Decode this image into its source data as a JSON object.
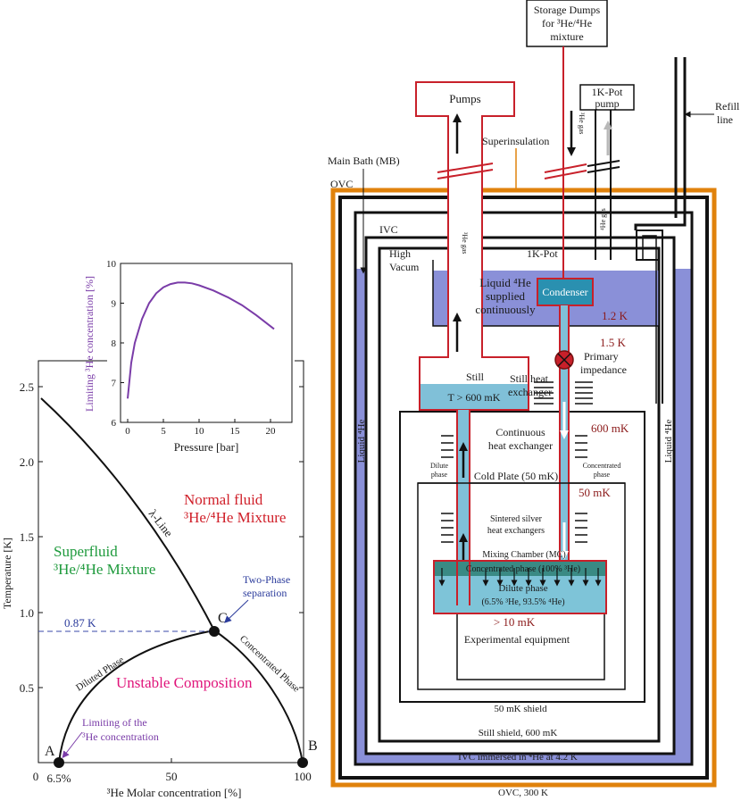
{
  "phase_diagram": {
    "ylabel": "Temperature [K]",
    "xlabel": "³He Molar concentration [%]",
    "y_ticks": [
      "0.5",
      "1.0",
      "1.5",
      "2.0",
      "2.5"
    ],
    "x_ticks": [
      "0",
      "50",
      "100"
    ],
    "tick_6_5": "6.5%",
    "regions": {
      "superfluid_1": "Superfluid",
      "superfluid_2": "³He/⁴He Mixture",
      "normal_1": "Normal fluid",
      "normal_2": "³He/⁴He Mixture",
      "unstable": "Unstable Composition"
    },
    "labels": {
      "lambda_line": "λ-Line",
      "two_phase_1": "Two-Phase",
      "two_phase_2": "separation",
      "t087": "0.87 K",
      "diluted": "Diluted Phase",
      "concentrated": "Concentrated Phase",
      "limiting_1": "Limiting of the",
      "limiting_2": "³He concentration",
      "point_a": "A",
      "point_b": "B",
      "point_c": "C"
    },
    "colors": {
      "superfluid": "#1e9a3c",
      "normal": "#d0202a",
      "unstable": "#e0147a",
      "two_phase": "#2c3c9c",
      "limiting": "#7a3ca8"
    }
  },
  "chart_data": {
    "type": "line",
    "title": "",
    "xlabel": "Pressure [bar]",
    "ylabel": "Limiting ³He concentration [%]",
    "xlim": [
      -1,
      23
    ],
    "ylim": [
      6,
      10
    ],
    "x_ticks": [
      "0",
      "5",
      "10",
      "15",
      "20"
    ],
    "y_ticks": [
      "6",
      "7",
      "8",
      "9",
      "10"
    ],
    "grid": false,
    "series": [
      {
        "color": "#7a3ca8",
        "x": [
          0,
          0.5,
          1,
          2,
          3,
          4,
          5,
          6,
          7,
          8,
          9,
          10,
          12,
          14,
          16,
          18,
          20.5
        ],
        "y": [
          6.6,
          7.5,
          8.0,
          8.6,
          9.0,
          9.25,
          9.4,
          9.48,
          9.52,
          9.52,
          9.5,
          9.45,
          9.32,
          9.15,
          8.95,
          8.7,
          8.35
        ]
      }
    ]
  },
  "apparatus": {
    "storage_1": "Storage Dumps",
    "storage_2": "for ³He/⁴He",
    "storage_3": "mixture",
    "pumps": "Pumps",
    "pot_pump_1": "1K-Pot",
    "pot_pump_2": "pump",
    "refill_1": "Refill",
    "refill_2": "line",
    "superinsulation": "Superinsulation",
    "main_bath": "Main Bath (MB)",
    "ovc": "OVC",
    "ivc": "IVC",
    "high_vacuum_1": "High",
    "high_vacuum_2": "Vacum",
    "he3_gas_a": "³He gas",
    "he3_gas_b": "³He gas",
    "he4_gas": "⁴He gas",
    "one_k_pot": "1K-Pot",
    "liquid_he4_supply_1": "Liquid ⁴He",
    "liquid_he4_supply_2": "supplied",
    "liquid_he4_supply_3": "continuously",
    "condenser": "Condenser",
    "t_1_2k": "1.2 K",
    "t_1_5k": "1.5 K",
    "primary_impedance_1": "Primary",
    "primary_impedance_2": "impedance",
    "still": "Still",
    "still_temp": "T > 600 mK",
    "still_hx_1": "Still heat",
    "still_hx_2": "exchanger",
    "liquid_he4_left": "Liquid ⁴He",
    "liquid_he4_right": "Liquid ⁴He",
    "t_600mk": "600 mK",
    "continuous_hx_1": "Continuous",
    "continuous_hx_2": "heat exchanger",
    "dilute_phase_1": "Dilute",
    "dilute_phase_2": "phase",
    "concentrated_phase_1": "Concentrated",
    "concentrated_phase_2": "phase",
    "cold_plate": "Cold Plate (50 mK)",
    "t_50mk": "50 mK",
    "sintered_1": "Sintered silver",
    "sintered_2": "heat exchangers",
    "mixing_chamber": "Mixing Chamber (MC)",
    "mc_concentrated": "Concentrated phase (100% ³He)",
    "mc_dilute_1": "Dilute phase",
    "mc_dilute_2": "(6.5% ³He, 93.5% ⁴He)",
    "t_10mk": "> 10 mK",
    "experimental": "Experimental equipment",
    "shield_50mk": "50 mK shield",
    "still_shield": "Still shield, 600 mK",
    "ivc_immersed": "IVC immersed in ⁴He at 4.2 K",
    "ovc_300k": "OVC, 300 K",
    "colors": {
      "liquid": "#8a90d8",
      "still_liquid": "#80c0d8",
      "condenser": "#2a90b0",
      "mc_conc": "#3a8a84",
      "mc_dilute": "#7ec4d8",
      "line": "#c8202a",
      "temp": "#8b1a1a",
      "orange": "#e0820c"
    }
  }
}
